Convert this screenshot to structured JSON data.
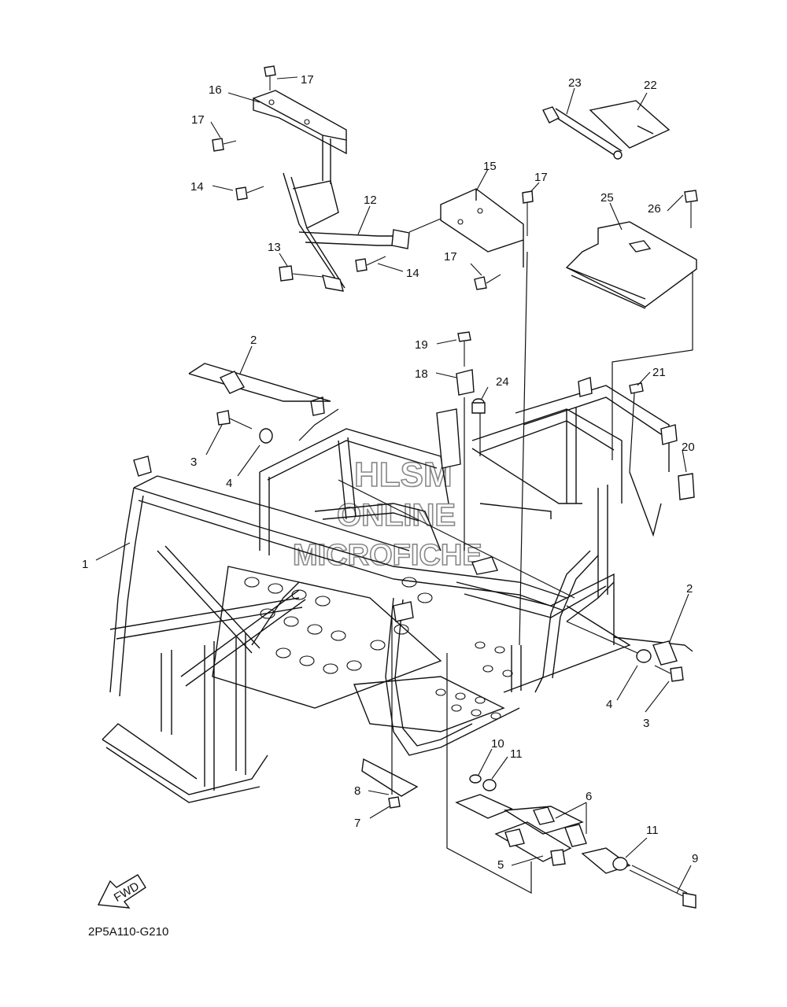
{
  "drawing_code": "2P5A110-G210",
  "fwd_label": "FWD",
  "watermark": [
    "HLSM",
    "ONLINE",
    "MICROFICHE"
  ],
  "callouts": [
    {
      "id": "c17a",
      "text": "17"
    },
    {
      "id": "c16",
      "text": "16"
    },
    {
      "id": "c17b",
      "text": "17"
    },
    {
      "id": "c14a",
      "text": "14"
    },
    {
      "id": "c12",
      "text": "12"
    },
    {
      "id": "c13",
      "text": "13"
    },
    {
      "id": "c14b",
      "text": "14"
    },
    {
      "id": "c15",
      "text": "15"
    },
    {
      "id": "c17c",
      "text": "17"
    },
    {
      "id": "c17d",
      "text": "17"
    },
    {
      "id": "c23",
      "text": "23"
    },
    {
      "id": "c22",
      "text": "22"
    },
    {
      "id": "c25",
      "text": "25"
    },
    {
      "id": "c26",
      "text": "26"
    },
    {
      "id": "c19",
      "text": "19"
    },
    {
      "id": "c18",
      "text": "18"
    },
    {
      "id": "c24",
      "text": "24"
    },
    {
      "id": "c21",
      "text": "21"
    },
    {
      "id": "c20",
      "text": "20"
    },
    {
      "id": "c2a",
      "text": "2"
    },
    {
      "id": "c3a",
      "text": "3"
    },
    {
      "id": "c4a",
      "text": "4"
    },
    {
      "id": "c1",
      "text": "1"
    },
    {
      "id": "c2b",
      "text": "2"
    },
    {
      "id": "c4b",
      "text": "4"
    },
    {
      "id": "c3b",
      "text": "3"
    },
    {
      "id": "c10",
      "text": "10"
    },
    {
      "id": "c11a",
      "text": "11"
    },
    {
      "id": "c6",
      "text": "6"
    },
    {
      "id": "c8",
      "text": "8"
    },
    {
      "id": "c7",
      "text": "7"
    },
    {
      "id": "c11b",
      "text": "11"
    },
    {
      "id": "c9",
      "text": "9"
    },
    {
      "id": "c5",
      "text": "5"
    }
  ]
}
